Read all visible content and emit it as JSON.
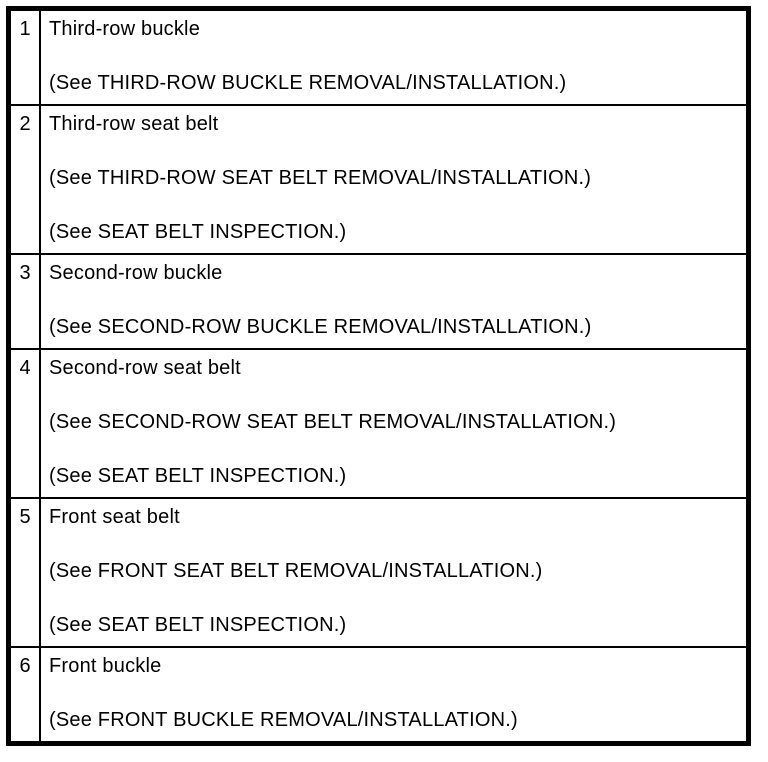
{
  "table": {
    "name": "seat-belt-parts-index",
    "rows": [
      {
        "num": "1",
        "name": "Third-row buckle",
        "refs": [
          "(See THIRD-ROW BUCKLE REMOVAL/INSTALLATION.)"
        ]
      },
      {
        "num": "2",
        "name": "Third-row seat belt",
        "refs": [
          "(See THIRD-ROW SEAT BELT REMOVAL/INSTALLATION.)",
          "(See SEAT BELT INSPECTION.)"
        ]
      },
      {
        "num": "3",
        "name": "Second-row buckle",
        "refs": [
          "(See SECOND-ROW BUCKLE REMOVAL/INSTALLATION.)"
        ]
      },
      {
        "num": "4",
        "name": "Second-row seat belt",
        "refs": [
          "(See SECOND-ROW SEAT BELT REMOVAL/INSTALLATION.)",
          "(See SEAT BELT INSPECTION.)"
        ]
      },
      {
        "num": "5",
        "name": "Front seat belt",
        "refs": [
          "(See FRONT SEAT BELT REMOVAL/INSTALLATION.)",
          "(See SEAT BELT INSPECTION.)"
        ]
      },
      {
        "num": "6",
        "name": "Front buckle",
        "refs": [
          "(See FRONT BUCKLE REMOVAL/INSTALLATION.)"
        ]
      }
    ],
    "colors": {
      "border": "#000000",
      "text": "#000000",
      "background": "#ffffff"
    }
  }
}
